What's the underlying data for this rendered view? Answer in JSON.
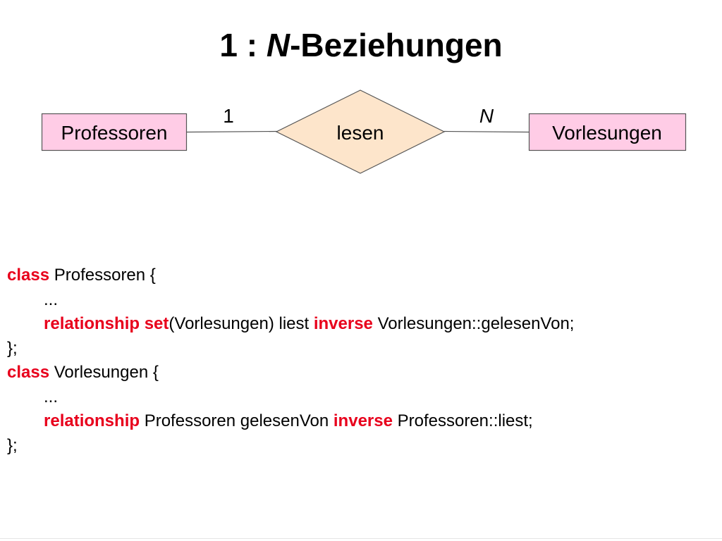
{
  "title": {
    "prefix": "1 : ",
    "n": "N",
    "suffix": "-Beziehungen"
  },
  "diagram": {
    "entity_left": "Professoren",
    "relationship": "lesen",
    "entity_right": "Vorlesungen",
    "card_left": "1",
    "card_right": "N",
    "colors": {
      "entity_fill": "#ffcce6",
      "relationship_fill": "#fde5cb",
      "stroke": "#555555"
    }
  },
  "code": {
    "l1_kw": "class",
    "l1_text": " Professoren {",
    "l2_text": "...",
    "l3_kw1": "relationship",
    "l3_sp": " ",
    "l3_kw2": "set",
    "l3_text1": "(Vorlesungen) liest ",
    "l3_kw3": "inverse",
    "l3_text2": " Vorlesungen::gelesenVon;",
    "l4_text": "};",
    "l5_kw": "class",
    "l5_text": " Vorlesungen {",
    "l6_text": "...",
    "l7_kw1": "relationship",
    "l7_text1": " Professoren gelesenVon ",
    "l7_kw2": "inverse",
    "l7_text2": " Professoren::liest;",
    "l8_text": "};",
    "keyword_color": "#e8001c"
  }
}
